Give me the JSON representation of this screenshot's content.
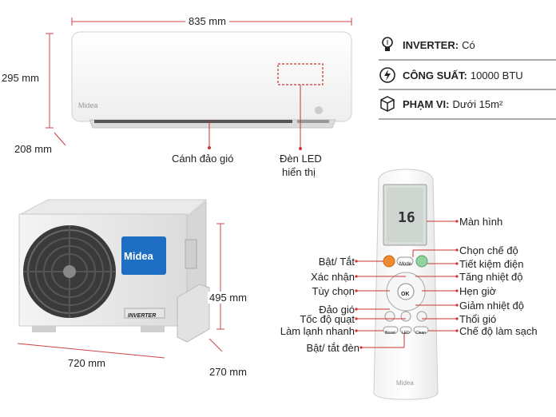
{
  "dimensions": {
    "indoor_width": "835 mm",
    "indoor_height": "295 mm",
    "indoor_depth": "208 mm",
    "outdoor_height": "495 mm",
    "outdoor_width": "720 mm",
    "outdoor_depth": "270 mm"
  },
  "indoor_labels": {
    "flap": "Cánh đảo gió",
    "led_line1": "Đèn LED",
    "led_line2": "hiển thị"
  },
  "brand": {
    "indoor_logo": "Midea",
    "outdoor_logo": "Midea",
    "outdoor_badge": "INVERTER",
    "remote_logo": "Midea"
  },
  "specs": [
    {
      "icon": "lightbulb-icon",
      "label": "INVERTER:",
      "value": "Có"
    },
    {
      "icon": "power-bolt-icon",
      "label": "CÔNG SUẤT:",
      "value": "10000 BTU"
    },
    {
      "icon": "cube-icon",
      "label": "PHẠM VI:",
      "value": "Dưới 15m²"
    }
  ],
  "remote": {
    "display_number": "16",
    "buttons": {
      "mode": "Mode",
      "ok": "OK",
      "boost": "Boost",
      "led": "LED",
      "clean": "Clean"
    },
    "labels_left": {
      "power": "Bật/ Tắt",
      "confirm": "Xác nhận",
      "option": "Tùy chọn",
      "swing": "Đảo gió",
      "fan_speed": "Tốc độ quạt",
      "quick_cool": "Làm lạnh nhanh",
      "led_toggle": "Bật/ tắt đèn"
    },
    "labels_right": {
      "screen": "Màn hình",
      "mode_select": "Chọn chế độ",
      "eco": "Tiết kiệm điện",
      "temp_up": "Tăng nhiệt độ",
      "timer": "Hẹn giờ",
      "temp_down": "Giảm nhiệt độ",
      "air_blow": "Thổi gió",
      "clean_mode": "Chế độ làm sạch"
    }
  }
}
